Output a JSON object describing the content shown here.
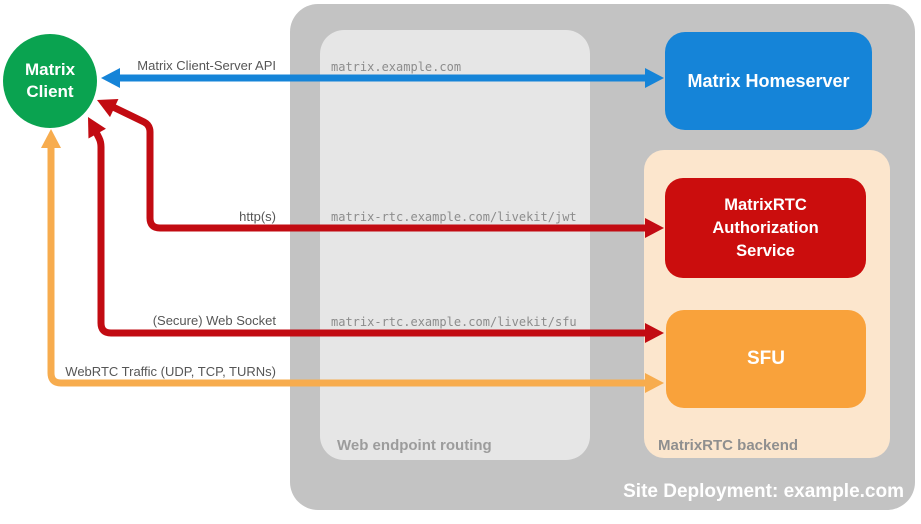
{
  "site": {
    "caption": "Site Deployment: example.com",
    "container_color": "#C3C3C3"
  },
  "client": {
    "name_line1": "Matrix",
    "name_line2": "Client",
    "color": "#0AA350"
  },
  "homeserver": {
    "label": "Matrix Homeserver",
    "color": "#1584D8"
  },
  "routing": {
    "caption": "Web endpoint routing",
    "color": "#E6E6E6",
    "endpoints": {
      "homeserver": "matrix.example.com",
      "auth": "matrix-rtc.example.com/livekit/jwt",
      "sfu": "matrix-rtc.example.com/livekit/sfu"
    }
  },
  "backend": {
    "caption": "MatrixRTC backend",
    "color": "#FCE6CD",
    "auth_service": {
      "line1": "MatrixRTC",
      "line2": "Authorization",
      "line3": "Service",
      "color": "#CB0D0D"
    },
    "sfu": {
      "label": "SFU",
      "color": "#F9A23B"
    }
  },
  "arrows": {
    "client_server_api": {
      "label": "Matrix Client-Server API",
      "color": "#1584D8",
      "direction": "bidirectional",
      "from": "Matrix Client",
      "to": "Matrix Homeserver"
    },
    "https": {
      "label": "http(s)",
      "color": "#C20B12",
      "direction": "bidirectional",
      "from": "Matrix Client",
      "to": "MatrixRTC Authorization Service"
    },
    "websocket": {
      "label": "(Secure) Web Socket",
      "color": "#C20B12",
      "direction": "bidirectional",
      "from": "Matrix Client",
      "to": "SFU"
    },
    "webrtc": {
      "label": "WebRTC Traffic (UDP, TCP, TURNs)",
      "color": "#F7AC4E",
      "direction": "bidirectional",
      "from": "Matrix Client",
      "to": "SFU"
    }
  }
}
